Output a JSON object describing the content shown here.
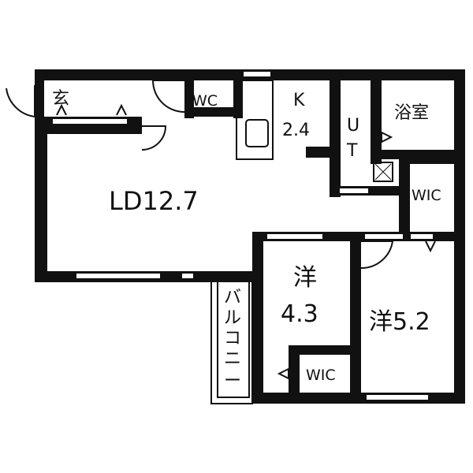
{
  "rooms": {
    "entrance": "玄",
    "wc": "WC",
    "kitchen_name": "K",
    "kitchen_size": "2.4",
    "ut_u": "U",
    "ut_t": "T",
    "bath": "浴室",
    "ld": "LD12.7",
    "wic_right": "WIC",
    "western1_name": "洋",
    "western1_size": "4.3",
    "western2": "洋5.2",
    "wic_small": "WIC",
    "balcony": [
      "バ",
      "ル",
      "コ",
      "ニ",
      "ー"
    ]
  },
  "colors": {
    "wall": "#111111",
    "background": "#ffffff"
  }
}
